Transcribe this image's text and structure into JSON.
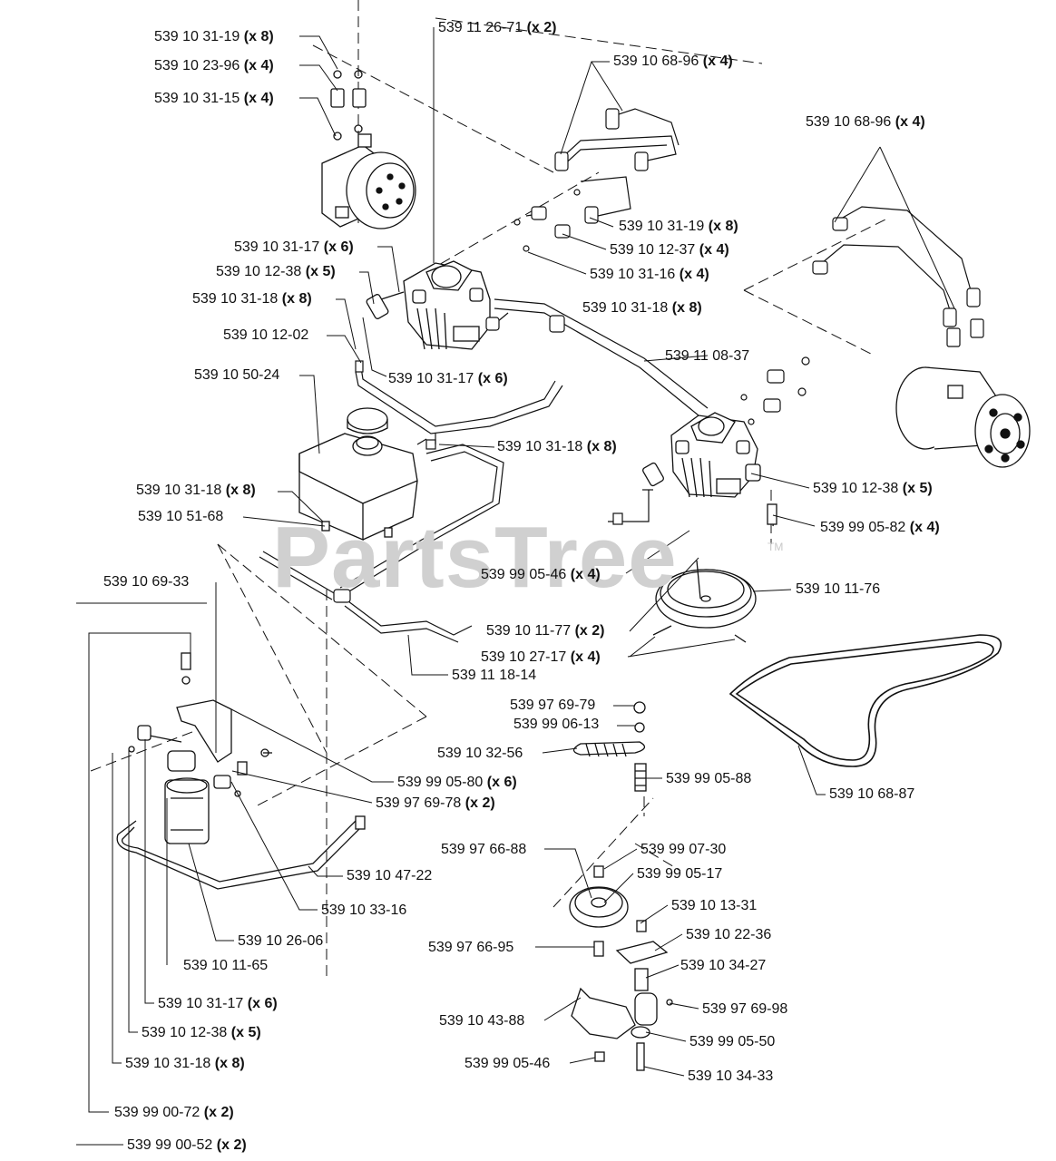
{
  "watermark": {
    "text": "PartsTree",
    "mark": "TM"
  },
  "labels": [
    {
      "part": "539 10 31-19",
      "qty": "(x 8)"
    },
    {
      "part": "539 10 23-96",
      "qty": "(x 4)"
    },
    {
      "part": "539 10 31-15",
      "qty": "(x 4)"
    },
    {
      "part": "539 11 26-71",
      "qty": "(x 2)"
    },
    {
      "part": "539 10 68-96",
      "qty": "(x 4)"
    },
    {
      "part": "539 10 68-96",
      "qty": "(x 4)"
    },
    {
      "part": "539 10 31-19",
      "qty": "(x 8)"
    },
    {
      "part": "539 10 12-37",
      "qty": "(x 4)"
    },
    {
      "part": "539 10 31-16",
      "qty": "(x 4)"
    },
    {
      "part": "539 10 31-17",
      "qty": "(x 6)"
    },
    {
      "part": "539 10 12-38",
      "qty": "(x 5)"
    },
    {
      "part": "539 10 31-18",
      "qty": "(x 8)"
    },
    {
      "part": "539 10 31-18",
      "qty": "(x 8)"
    },
    {
      "part": "539 10 12-02",
      "qty": ""
    },
    {
      "part": "539 11 08-37",
      "qty": ""
    },
    {
      "part": "539 10 50-24",
      "qty": ""
    },
    {
      "part": "539 10 31-17",
      "qty": "(x 6)"
    },
    {
      "part": "539 10 31-18",
      "qty": "(x 8)"
    },
    {
      "part": "539 10 31-18",
      "qty": "(x 8)"
    },
    {
      "part": "539 10 12-38",
      "qty": "(x 5)"
    },
    {
      "part": "539 10 51-68",
      "qty": ""
    },
    {
      "part": "539 99 05-82",
      "qty": "(x 4)"
    },
    {
      "part": "539 99 05-46",
      "qty": "(x 4)"
    },
    {
      "part": "539 10 69-33",
      "qty": ""
    },
    {
      "part": "539 10 11-76",
      "qty": ""
    },
    {
      "part": "539 10 11-77",
      "qty": "(x 2)"
    },
    {
      "part": "539 10 27-17",
      "qty": "(x 4)"
    },
    {
      "part": "539 11 18-14",
      "qty": ""
    },
    {
      "part": "539 97 69-79",
      "qty": ""
    },
    {
      "part": "539 99 06-13",
      "qty": ""
    },
    {
      "part": "539 10 32-56",
      "qty": ""
    },
    {
      "part": "539 99 05-88",
      "qty": ""
    },
    {
      "part": "539 99 05-80",
      "qty": "(x 6)"
    },
    {
      "part": "539 97 69-78",
      "qty": "(x 2)"
    },
    {
      "part": "539 10 68-87",
      "qty": ""
    },
    {
      "part": "539 97 66-88",
      "qty": ""
    },
    {
      "part": "539 99 07-30",
      "qty": ""
    },
    {
      "part": "539 99 05-17",
      "qty": ""
    },
    {
      "part": "539 10 47-22",
      "qty": ""
    },
    {
      "part": "539 10 13-31",
      "qty": ""
    },
    {
      "part": "539 10 33-16",
      "qty": ""
    },
    {
      "part": "539 10 22-36",
      "qty": ""
    },
    {
      "part": "539 10 26-06",
      "qty": ""
    },
    {
      "part": "539 97 66-95",
      "qty": ""
    },
    {
      "part": "539 10 34-27",
      "qty": ""
    },
    {
      "part": "539 10 11-65",
      "qty": ""
    },
    {
      "part": "539 10 31-17",
      "qty": "(x 6)"
    },
    {
      "part": "539 10 43-88",
      "qty": ""
    },
    {
      "part": "539 97 69-98",
      "qty": ""
    },
    {
      "part": "539 10 12-38",
      "qty": "(x 5)"
    },
    {
      "part": "539 99 05-50",
      "qty": ""
    },
    {
      "part": "539 10 31-18",
      "qty": "(x 8)"
    },
    {
      "part": "539 99 05-46",
      "qty": ""
    },
    {
      "part": "539 10 34-33",
      "qty": ""
    },
    {
      "part": "539 99 00-72",
      "qty": "(x 2)"
    },
    {
      "part": "539 99 00-52",
      "qty": "(x 2)"
    }
  ]
}
